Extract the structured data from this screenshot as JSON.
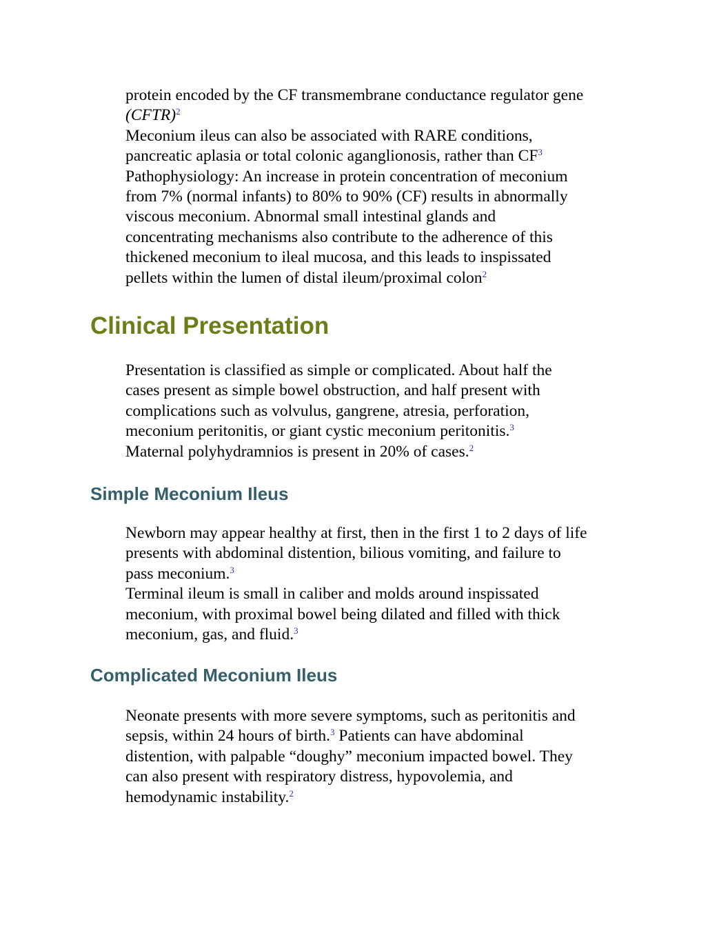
{
  "intro": {
    "cftr_line": "protein encoded by the CF transmembrane conductance regulator gene",
    "cftr_gene": "(CFTR)",
    "cftr_ref": "2",
    "rare_1": "Meconium ileus can also be associated with RARE conditions,",
    "rare_2": "pancreatic aplasia or total colonic aganglionosis, rather than CF",
    "rare_ref": "3",
    "patho_1": "Pathophysiology: An increase in protein concentration of meconium",
    "patho_2": "from 7% (normal infants) to 80% to 90% (CF) results in abnormally",
    "patho_3": "viscous meconium. Abnormal small intestinal glands and",
    "patho_4": "concentrating mechanisms also contribute to the adherence of this",
    "patho_5": "thickened meconium to ileal mucosa, and this leads to inspissated",
    "patho_6": "pellets within the lumen of distal ileum/proximal colon",
    "patho_ref": "2"
  },
  "clinical": {
    "heading": "Clinical Presentation",
    "p1_1": "Presentation is classified as simple or complicated. About half the",
    "p1_2": "cases present as simple bowel obstruction, and half present with",
    "p1_3": "complications such as volvulus, gangrene, atresia, perforation,",
    "p1_4": "meconium peritonitis, or giant cystic meconium peritonitis.",
    "p1_ref": "3",
    "p2": "Maternal polyhydramnios is present in 20% of cases.",
    "p2_ref": "2"
  },
  "simple": {
    "heading": "Simple Meconium Ileus",
    "p1_1": "Newborn may appear healthy at first, then in the first 1 to 2 days of life",
    "p1_2": "presents with abdominal distention, bilious vomiting, and failure to",
    "p1_3": "pass meconium.",
    "p1_ref": "3",
    "p2_1": "Terminal ileum is small in caliber and molds around inspissated",
    "p2_2": "meconium, with proximal bowel being dilated and filled with thick",
    "p2_3": "meconium, gas, and fluid.",
    "p2_ref": "3"
  },
  "complicated": {
    "heading": "Complicated Meconium Ileus",
    "l1": "Neonate presents with more severe symptoms, such as peritonitis and",
    "l2a": "sepsis, within 24 hours of birth.",
    "l2_ref": "3",
    "l2b": " Patients can have abdominal",
    "l3": "distention, with palpable “doughy” meconium impacted bowel. They",
    "l4": "can also present with respiratory distress, hypovolemia, and",
    "l5": "hemodynamic instability.",
    "l5_ref": "2"
  }
}
